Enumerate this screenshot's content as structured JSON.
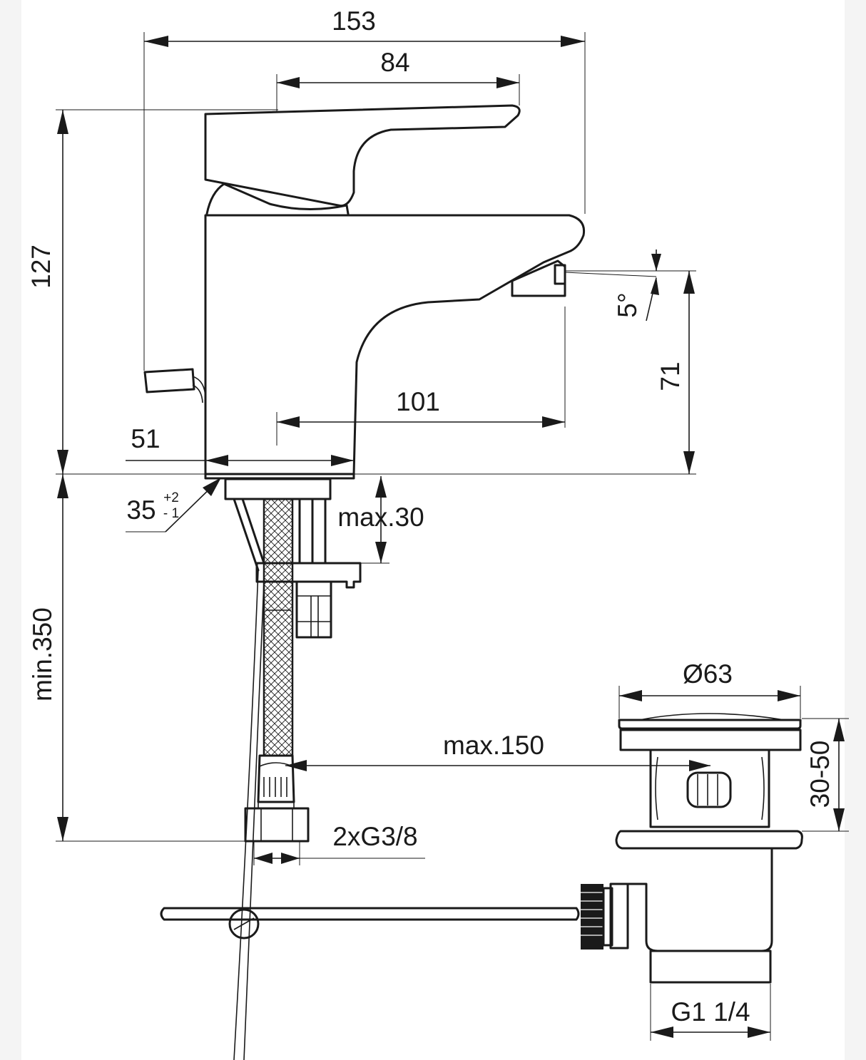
{
  "dimensions": {
    "overall_width": "153",
    "lever_width": "84",
    "overall_height": "127",
    "spout_height": "71",
    "spout_angle": "5°",
    "spout_reach": "101",
    "base_width": "51",
    "hole_diameter": "35",
    "hole_tol_plus": "+2",
    "hole_tol_minus": "- 1",
    "max_thickness": "max.30",
    "min_hose": "min.350",
    "max_rod": "max.150",
    "connection": "2xG3/8",
    "waste_diameter": "Ø63",
    "waste_height": "30-50",
    "waste_thread": "G1 1/4"
  }
}
